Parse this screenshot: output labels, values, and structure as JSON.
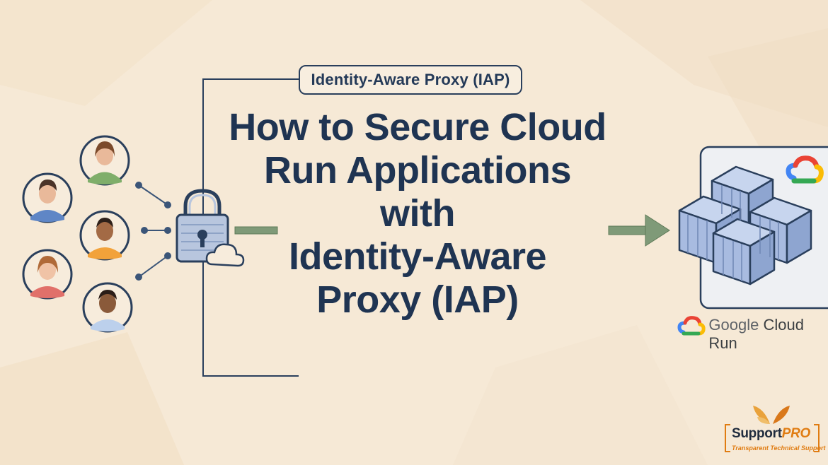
{
  "header": {
    "label": "Identity-Aware Proxy (IAP)",
    "title_lines": [
      "How to Secure Cloud",
      "Run Applications",
      "with",
      "Identity-Aware",
      "Proxy (IAP)"
    ]
  },
  "cloud_run": {
    "brand_word": "Google",
    "product_word": "Cloud Run"
  },
  "brand": {
    "name_part1": "Support",
    "name_part2": "PRO",
    "tagline": "Transparent Technical Support"
  },
  "icons": {
    "users": [
      "user-avatar-icon",
      "user-avatar-icon",
      "user-avatar-icon",
      "user-avatar-icon",
      "user-avatar-icon"
    ],
    "lock": "padlock-icon",
    "cloud": "cloud-icon",
    "containers": "container-cubes-icon",
    "google_cloud": "google-cloud-logo-icon"
  },
  "colors": {
    "background": "#f6e9d6",
    "navy": "#1f3452",
    "arrow_green": "#7f9a78",
    "cube_blue": "#9fb4d8",
    "brand_orange": "#e07c12"
  }
}
